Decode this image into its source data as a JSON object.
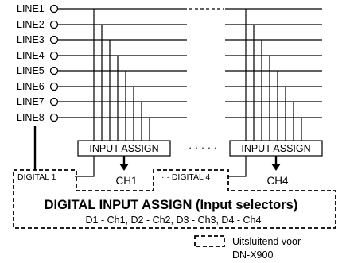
{
  "lines": [
    "LINE1",
    "LINE2",
    "LINE3",
    "LINE4",
    "LINE5",
    "LINE6",
    "LINE7",
    "LINE8"
  ],
  "assign_left": "INPUT ASSIGN",
  "assign_right": "INPUT ASSIGN",
  "assign_dots": "· · · · ·",
  "ch_left": "CH1",
  "ch_right": "CH4",
  "digital_1": "DIGITAL 1",
  "digital_4": "· · DIGITAL 4",
  "title": "DIGITAL INPUT ASSIGN (Input selectors)",
  "subtitle": "D1 - Ch1, D2 - Ch2, D3 - Ch3, D4 - Ch4",
  "legend_line1": "Uitsluitend voor",
  "legend_line2": "DN-X900"
}
